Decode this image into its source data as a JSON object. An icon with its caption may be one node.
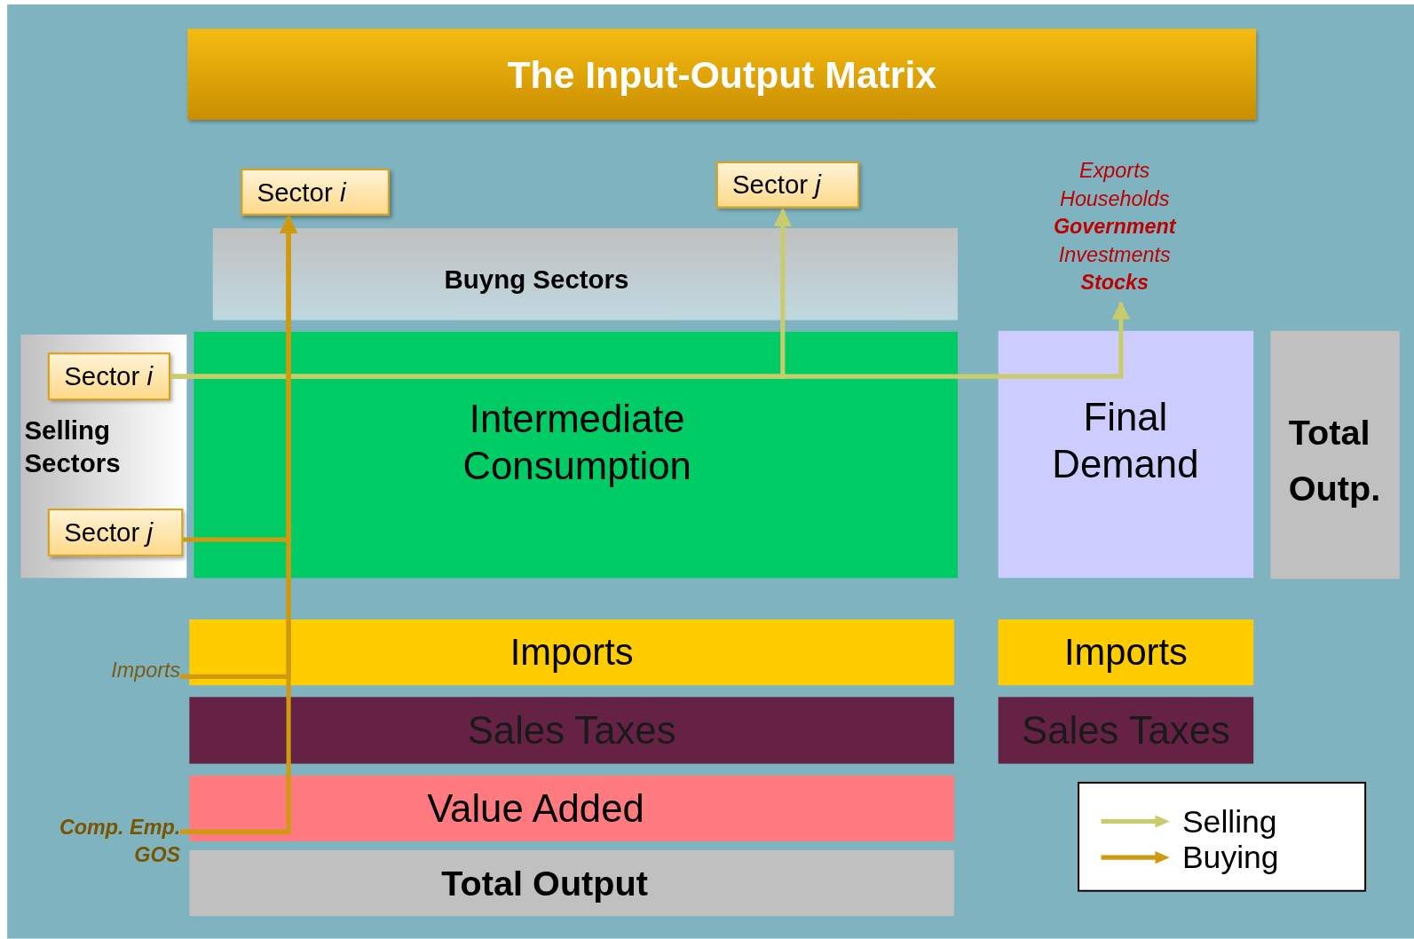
{
  "diagram": {
    "title": "The Input-Output Matrix",
    "nodes": [
      {
        "text": [
          "Sector *i*"
        ]
      },
      {
        "text": [
          "Sector *j*"
        ]
      },
      {
        "text": [
          "Exports",
          "Households",
          "Government",
          "Investments",
          "Stocks"
        ]
      },
      {
        "text": [
          "Buyng Sectors"
        ]
      },
      {
        "text": [
          "Selling Sectors"
        ]
      },
      {
        "text": [
          "Sector *i*"
        ],
        "in": 4
      },
      {
        "text": [
          "Sector *j*"
        ],
        "in": 4
      },
      {
        "text": [
          "Intermediate Consumption"
        ]
      },
      {
        "text": [
          "Final Demand"
        ]
      },
      {
        "text": [
          "Total Outp."
        ]
      },
      {
        "text": [
          "Imports"
        ]
      },
      {
        "text": [
          "Imports"
        ]
      },
      {
        "text": [
          "Sales Taxes"
        ]
      },
      {
        "text": [
          "Sales Taxes"
        ]
      },
      {
        "text": [
          "Value Added"
        ]
      },
      {
        "text": [
          "Total Output"
        ]
      },
      {
        "text": [
          "Imports"
        ]
      },
      {
        "text": [
          "Comp. Emp.",
          "GOS"
        ]
      }
    ],
    "edges": [
      {
        "from": 5,
        "to": 1,
        "arrow": "to",
        "color": "#c8cc6a"
      },
      {
        "from": 5,
        "to": 2,
        "arrow": "to",
        "color": "#c8cc6a"
      },
      {
        "from": 6,
        "to": 0,
        "arrow": "to"
      },
      {
        "from": 16,
        "to": 0,
        "arrow": "to"
      },
      {
        "from": 17,
        "to": 0,
        "arrow": "to"
      }
    ],
    "legend": [
      {
        "text": "Selling"
      },
      {
        "text": "Buying"
      }
    ]
  }
}
